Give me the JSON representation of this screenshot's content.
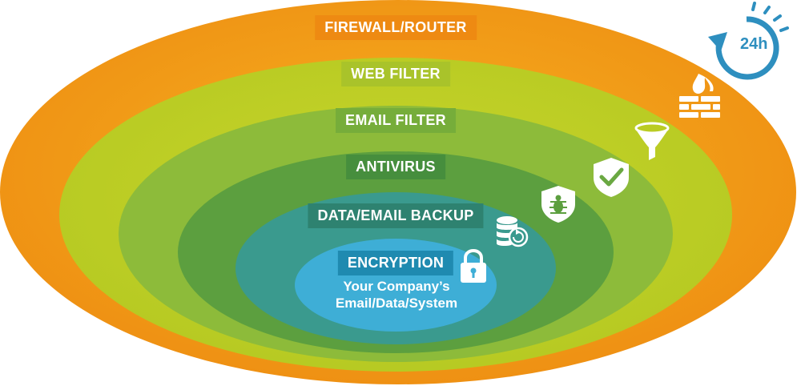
{
  "layers": [
    {
      "label": "FIREWALL/ROUTER",
      "icon": "firewall-icon",
      "color": "#F0901A",
      "tag_color": "#EE8A12"
    },
    {
      "label": "WEB FILTER",
      "icon": "funnel-icon",
      "color": "#C7D321",
      "tag_color": "#A9C32A"
    },
    {
      "label": "EMAIL FILTER",
      "icon": "shield-check-icon",
      "color": "#8FBC3B",
      "tag_color": "#76AD3A"
    },
    {
      "label": "ANTIVIRUS",
      "icon": "shield-bug-icon",
      "color": "#5EA040",
      "tag_color": "#468E3D"
    },
    {
      "label": "DATA/EMAIL BACKUP",
      "icon": "database-restore-icon",
      "color": "#3E9A8A",
      "tag_color": "#2E8270"
    },
    {
      "label": "ENCRYPTION",
      "icon": "padlock-icon",
      "color": "#2E9CC3",
      "tag_color": "#1F8AB0"
    }
  ],
  "core": {
    "line1": "Your Company’s",
    "line2": "Email/Data/System",
    "color": "#3FB0D8"
  },
  "badge": {
    "text": "24h",
    "icon": "24h-cycle-icon",
    "color": "#2E8FBF"
  }
}
